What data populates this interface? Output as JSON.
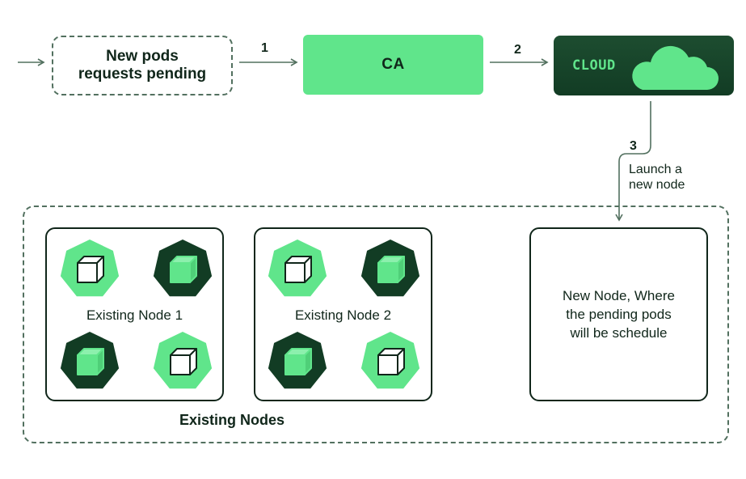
{
  "pending": {
    "line1": "New pods",
    "line2": "requests pending"
  },
  "ca": {
    "label": "CA"
  },
  "cloud": {
    "label": "CLOUD"
  },
  "steps": {
    "one": "1",
    "two": "2",
    "three": "3"
  },
  "launch": {
    "line1": "Launch a",
    "line2": "new node"
  },
  "nodes": {
    "node1": {
      "label": "Existing Node 1",
      "pods": [
        "light",
        "dark",
        "dark",
        "light"
      ]
    },
    "node2": {
      "label": "Existing Node 2",
      "pods": [
        "light",
        "dark",
        "dark",
        "light"
      ]
    },
    "new_node": {
      "line1": "New Node, Where",
      "line2": "the pending pods",
      "line3": "will be schedule"
    }
  },
  "group": {
    "label": "Existing Nodes"
  },
  "colors": {
    "accent_green": "#60e58b",
    "dark_green": "#123c24",
    "text": "#10261a",
    "connector": "#52705f"
  },
  "icons": {
    "pod": "cube-heptagon-icon",
    "cloud": "cloud-icon"
  }
}
